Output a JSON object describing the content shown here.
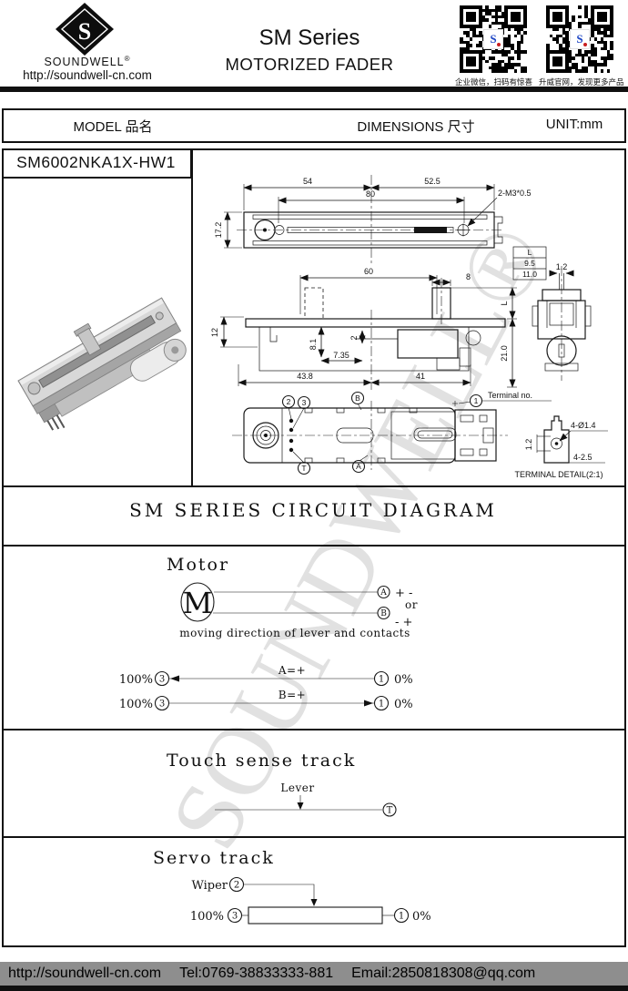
{
  "header": {
    "brand": "SOUNDWELL",
    "registered": "®",
    "logo_letter": "S",
    "site": "http://soundwell-cn.com",
    "series_title": "SM Series",
    "product_title": "MOTORIZED FADER",
    "qr": [
      {
        "caption": "企业微信，扫码有惊喜"
      },
      {
        "caption": "升威官网，发现更多产品"
      }
    ]
  },
  "spec_header": {
    "model_label": "MODEL 品名",
    "dimensions_label": "DIMENSIONS 尺寸",
    "unit_label": "UNIT:mm"
  },
  "model_number": "SM6002NKA1X-HW1",
  "watermark": "SOUNDWELL®",
  "drawing": {
    "top_view": {
      "dim_left": "54",
      "dim_right": "52.5",
      "dim_travel": "80",
      "dim_height": "17.2",
      "screw_note": "2-M3*0.5"
    },
    "stroke_table": {
      "header": "L",
      "row1": "9.5",
      "row2": "11.0"
    },
    "side_view": {
      "dim_body": "60",
      "dim_knob": "8",
      "dim_depth": "12",
      "dim_8_1": "8.1",
      "dim_2": "2",
      "dim_7_35": "7.35",
      "dim_43_8": "43.8",
      "dim_41": "41",
      "dim_21": "21.0",
      "dim_l": "L"
    },
    "end_view": {
      "dim_pin": "1.2"
    },
    "bottom_view": {
      "terminal_no_label": "Terminal no.",
      "t2": "2",
      "t3": "3",
      "tb": "B",
      "t1": "1",
      "tt": "T",
      "ta": "A"
    },
    "terminal_detail": {
      "dim_1_2": "1.2",
      "hole_note": "4-Ø1.4",
      "width_note": "4-2.5",
      "caption": "TERMINAL DETAIL(2:1)"
    }
  },
  "circuit": {
    "title": "SM SERIES CIRCUIT DIAGRAM",
    "motor": {
      "heading": "Motor",
      "symbol": "M",
      "term_a": "A",
      "term_b": "B",
      "polarity_a": "+  -",
      "or_label": "or",
      "polarity_b": "-  +",
      "caption": "moving direction of lever and contacts",
      "row_a": {
        "left_pct": "100%",
        "left_term": "3",
        "label": "A=+",
        "right_term": "1",
        "right_pct": "0%"
      },
      "row_b": {
        "left_pct": "100%",
        "left_term": "3",
        "label": "B=+",
        "right_term": "1",
        "right_pct": "0%"
      }
    },
    "touch": {
      "heading": "Touch sense track",
      "lever_label": "Lever",
      "term_t": "T"
    },
    "servo": {
      "heading": "Servo track",
      "wiper_label": "Wiper",
      "term_wiper": "2",
      "left_pct": "100%",
      "left_term": "3",
      "right_term": "1",
      "right_pct": "0%"
    }
  },
  "footer": {
    "site": "http://soundwell-cn.com",
    "tel": "Tel:0769-38833333-881",
    "email": "Email:2850818308@qq.com"
  }
}
